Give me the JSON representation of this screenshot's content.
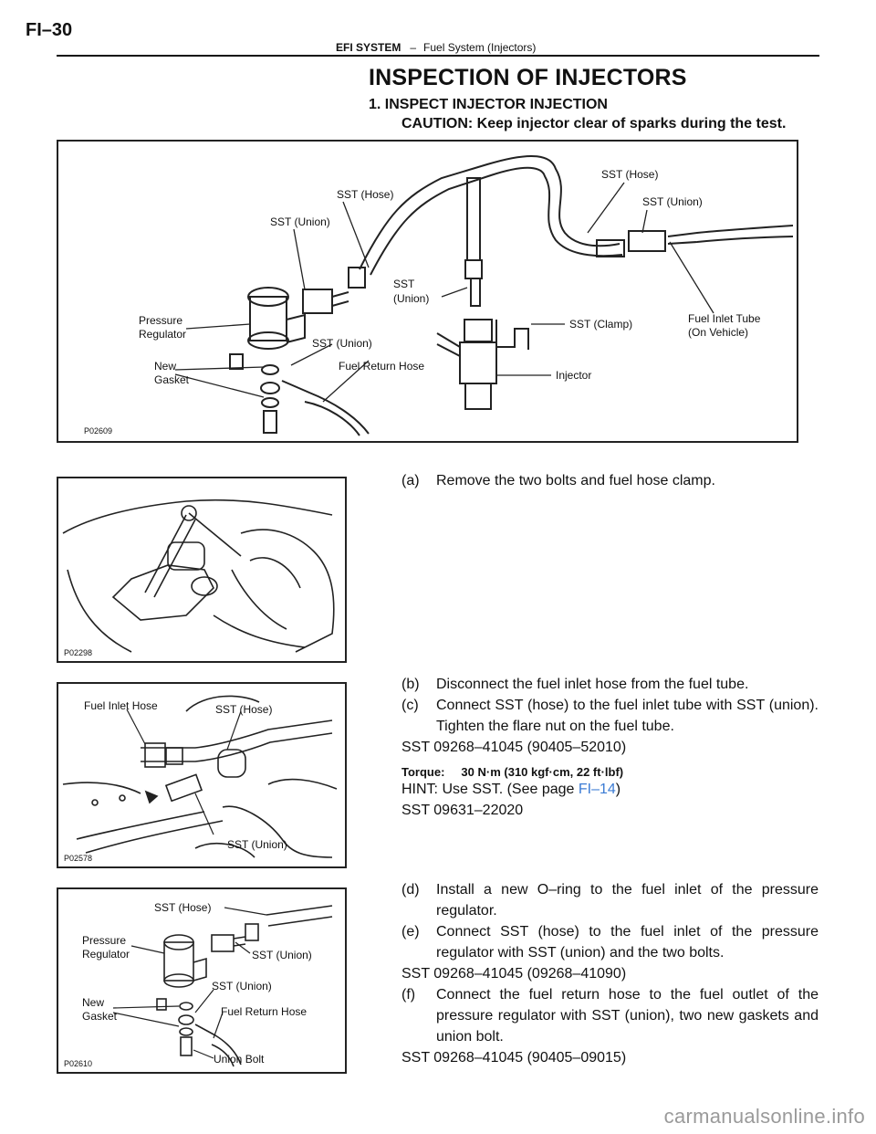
{
  "header": {
    "page_id": "FI–30",
    "section": "EFI SYSTEM",
    "separator": "–",
    "subsection": "Fuel System (Injectors)"
  },
  "title": "INSPECTION OF INJECTORS",
  "step1": {
    "heading": "1.   INSPECT INJECTOR INJECTION",
    "caution": "CAUTION: Keep injector clear of sparks during the test."
  },
  "figures": [
    {
      "code": "P02609",
      "labels": [
        "SST (Hose)",
        "SST (Union)",
        "SST (Hose)",
        "SST (Union)",
        "SST",
        "(Union)",
        "Pressure",
        "Regulator",
        "SST (Clamp)",
        "Fuel Inlet Tube",
        "(On Vehicle)",
        "SST (Union)",
        "New",
        "Gasket",
        "Fuel Return Hose",
        "Injector"
      ]
    },
    {
      "code": "P02298",
      "labels": []
    },
    {
      "code": "P02578",
      "labels": [
        "Fuel Inlet Hose",
        "SST (Hose)",
        "SST (Union)"
      ]
    },
    {
      "code": "P02610",
      "labels": [
        "SST (Hose)",
        "Pressure",
        "Regulator",
        "SST (Union)",
        "SST (Union)",
        "New",
        "Gasket",
        "Fuel Return Hose",
        "Union Bolt"
      ]
    }
  ],
  "steps": {
    "a": {
      "label": "(a)",
      "text": "Remove the two bolts and fuel hose clamp."
    },
    "b": {
      "label": "(b)",
      "text": "Disconnect the fuel inlet hose from the fuel tube."
    },
    "c": {
      "label": "(c)",
      "text": "Connect SST (hose) to the fuel inlet tube with SST (union). Tighten the flare nut on the fuel tube."
    },
    "sst_c": "SST  09268–41045  (90405–52010)",
    "torque_label": "Torque:",
    "torque_value": "30 N·m (310 kgf·cm, 22 ft·lbf)",
    "hint_prefix": "HINT: Use SST. (See page ",
    "hint_link": "FI–14",
    "hint_suffix": ")",
    "sst_hint": "SST  09631–22020",
    "d": {
      "label": "(d)",
      "text": "Install a new O–ring to the fuel inlet of the pressure regulator."
    },
    "e": {
      "label": "(e)",
      "text": "Connect SST (hose) to the fuel inlet of the pressure regulator with SST (union) and the two bolts."
    },
    "sst_e": "SST  09268–41045  (09268–41090)",
    "f": {
      "label": "(f)",
      "text": "Connect the fuel return hose to the fuel outlet of the pressure regulator with SST (union), two new gaskets and union bolt."
    },
    "sst_f": "SST  09268–41045  (90405–09015)"
  },
  "watermark": "carmanualsonline.info"
}
